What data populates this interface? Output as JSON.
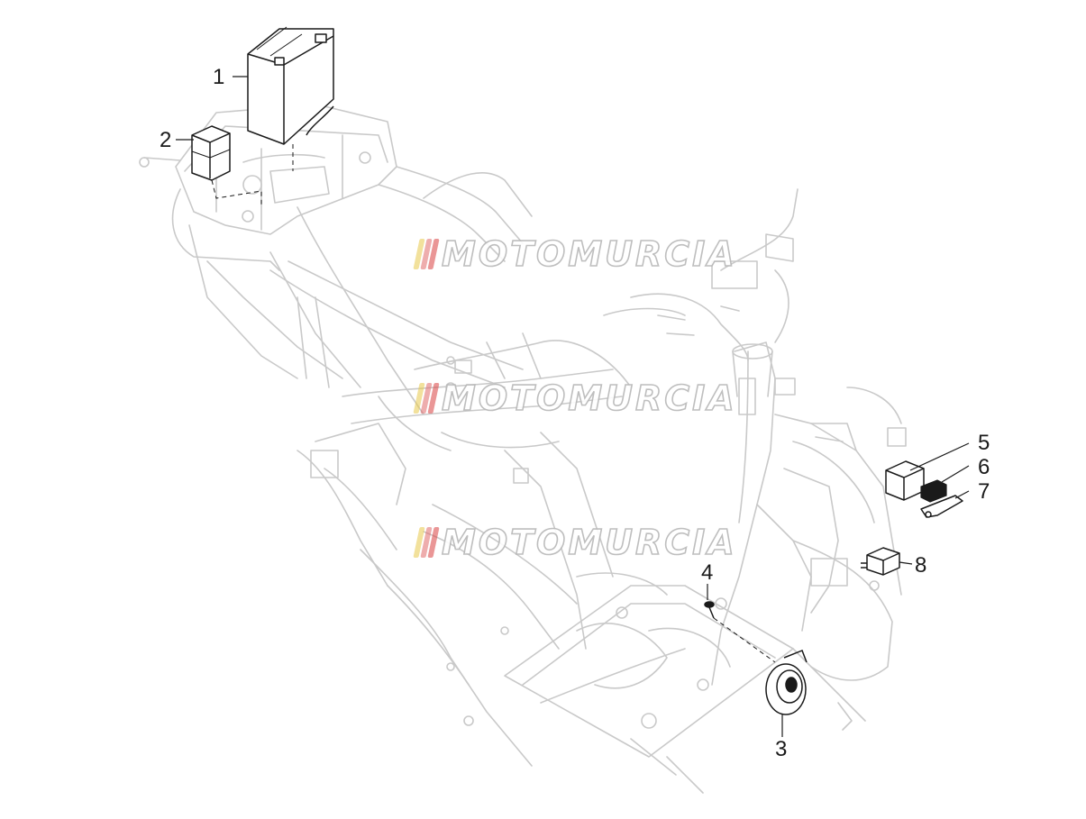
{
  "diagram": {
    "callouts": [
      {
        "id": "1",
        "label": "1"
      },
      {
        "id": "2",
        "label": "2"
      },
      {
        "id": "3",
        "label": "3"
      },
      {
        "id": "4",
        "label": "4"
      },
      {
        "id": "5",
        "label": "5"
      },
      {
        "id": "6",
        "label": "6"
      },
      {
        "id": "7",
        "label": "7"
      },
      {
        "id": "8",
        "label": "8"
      }
    ],
    "watermark": {
      "text": "MOTOMURCIA",
      "stripe_colors": [
        "#e8c84a",
        "#e06a6a",
        "#d94040"
      ]
    },
    "colors": {
      "frame_line": "#c9c9c9",
      "part_line": "#1a1a1a",
      "leader": "#1a1a1a"
    }
  }
}
